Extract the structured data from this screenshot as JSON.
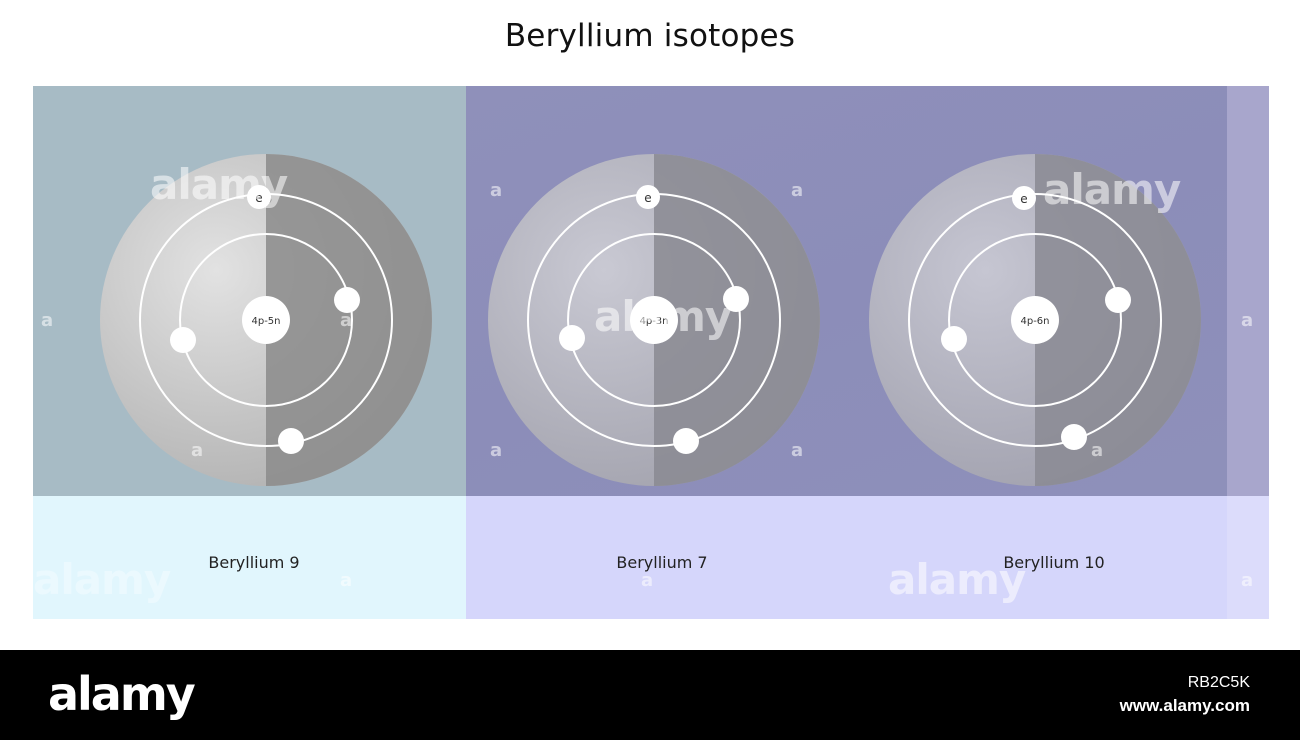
{
  "title": "Beryllium isotopes",
  "isotopes": [
    {
      "label": "Beryllium 9",
      "nucleus": "4p-5n",
      "electron_label": "e"
    },
    {
      "label": "Beryllium 7",
      "nucleus": "4p-3n",
      "electron_label": "e"
    },
    {
      "label": "Beryllium 10",
      "nucleus": "4p-6n",
      "electron_label": "e"
    }
  ],
  "watermark": {
    "text": "alamy",
    "letter": "a"
  },
  "footer": {
    "logo": "alamy",
    "image_id": "RB2C5K",
    "url": "www.alamy.com"
  },
  "colors": {
    "panel1_top": "#a7bbc5",
    "panel2_top": "#8e90ba",
    "panel1_bottom": "#e1f6fd",
    "panel2_bottom": "#d5d6fb",
    "atom_light": "#d2d2d2",
    "atom_dark": "#8a8a8a"
  }
}
